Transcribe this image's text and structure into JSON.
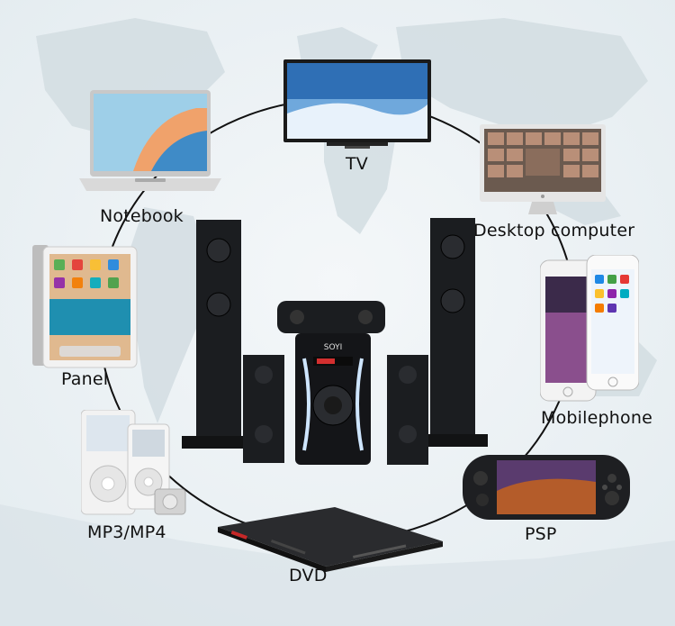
{
  "devices": {
    "tv": "TV",
    "notebook": "Notebook",
    "desktop": "Desktop computer",
    "panel": "Panel",
    "mobilephone": "Mobilephone",
    "mp3": "MP3/MP4",
    "psp": "PSP",
    "dvd": "DVD"
  },
  "speaker_brand": "SOYI",
  "colors": {
    "ring": "#111111",
    "speaker": "#1b1d20",
    "speaker_glow": "#cfe6ff",
    "map_land": "#c9d6dc",
    "map_sea": "#eef3f6"
  }
}
